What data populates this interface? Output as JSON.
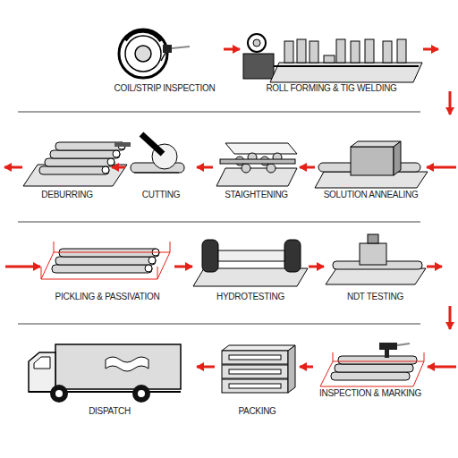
{
  "diagram": {
    "nodes": [
      {
        "text": [
          "COIL/STRIP INSPECTION"
        ]
      },
      {
        "text": [
          "ROLL FORMING & TIG WELDING"
        ]
      },
      {
        "text": [
          "DEBURRING"
        ]
      },
      {
        "text": [
          "CUTTING"
        ]
      },
      {
        "text": [
          "STAIGHTENING"
        ]
      },
      {
        "text": [
          "SOLUTION ANNEALING"
        ]
      },
      {
        "text": [
          "PICKLING & PASSIVATION"
        ]
      },
      {
        "text": [
          "HYDROTESTING"
        ]
      },
      {
        "text": [
          "NDT TESTING"
        ]
      },
      {
        "text": [
          "DISPATCH"
        ]
      },
      {
        "text": [
          "PACKING"
        ]
      },
      {
        "text": [
          "INSPECTION & MARKING"
        ]
      }
    ],
    "edges": [
      {
        "from": 0,
        "to": 1,
        "arrow": "to"
      },
      {
        "from": 1,
        "to": 5,
        "arrow": "to"
      },
      {
        "from": 5,
        "to": 4,
        "arrow": "to"
      },
      {
        "from": 4,
        "to": 3,
        "arrow": "to"
      },
      {
        "from": 3,
        "to": 2,
        "arrow": "to"
      },
      {
        "from": 2,
        "to": 6,
        "arrow": "to"
      },
      {
        "from": 6,
        "to": 7,
        "arrow": "to"
      },
      {
        "from": 7,
        "to": 8,
        "arrow": "to"
      },
      {
        "from": 8,
        "to": 11,
        "arrow": "to"
      },
      {
        "from": 11,
        "to": 10,
        "arrow": "to"
      },
      {
        "from": 10,
        "to": 9,
        "arrow": "to"
      }
    ]
  }
}
